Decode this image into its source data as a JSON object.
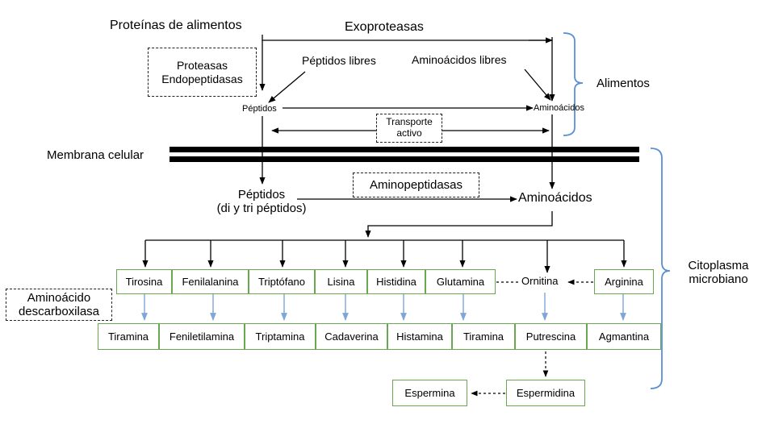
{
  "labels": {
    "proteinas_alimentos": "Proteínas de alimentos",
    "exoproteasas": "Exoproteasas",
    "proteasas_endopeptidasas": "Proteasas\nEndopeptidasas",
    "peptidos_libres": "Péptidos libres",
    "aminoacidos_libres": "Aminoácidos libres",
    "peptidos_top": "Péptidos",
    "aminoacidos_top": "Aminoácidos",
    "transporte_activo": "Transporte\nactivo",
    "alimentos": "Alimentos",
    "membrana_celular": "Membrana celular",
    "aminopeptidasas": "Aminopeptidasas",
    "peptidos_di_tri": "Péptidos\n(di y tri péptidos)",
    "aminoacidos_mid": "Aminoácidos",
    "aminoacido_descarboxilasa": "Aminoácido\ndescarboxilasa",
    "citoplasma_microbiano": "Citoplasma\nmicrobiano",
    "ornitina": "Ornitina"
  },
  "amino_acids": [
    "Tirosina",
    "Fenilalanina",
    "Triptófano",
    "Lisina",
    "Histidina",
    "Glutamina",
    "Arginina"
  ],
  "amines": [
    "Tiramina",
    "Feniletilamina",
    "Triptamina",
    "Cadaverina",
    "Histamina",
    "Tiramina",
    "Putrescina",
    "Agmantina"
  ],
  "polyamines": [
    "Espermidina",
    "Espermina"
  ],
  "colors": {
    "box_border": "#6aa84f",
    "bracket": "#5b8fd4",
    "arrow_blue": "#7ea6d8",
    "line": "#000000"
  }
}
